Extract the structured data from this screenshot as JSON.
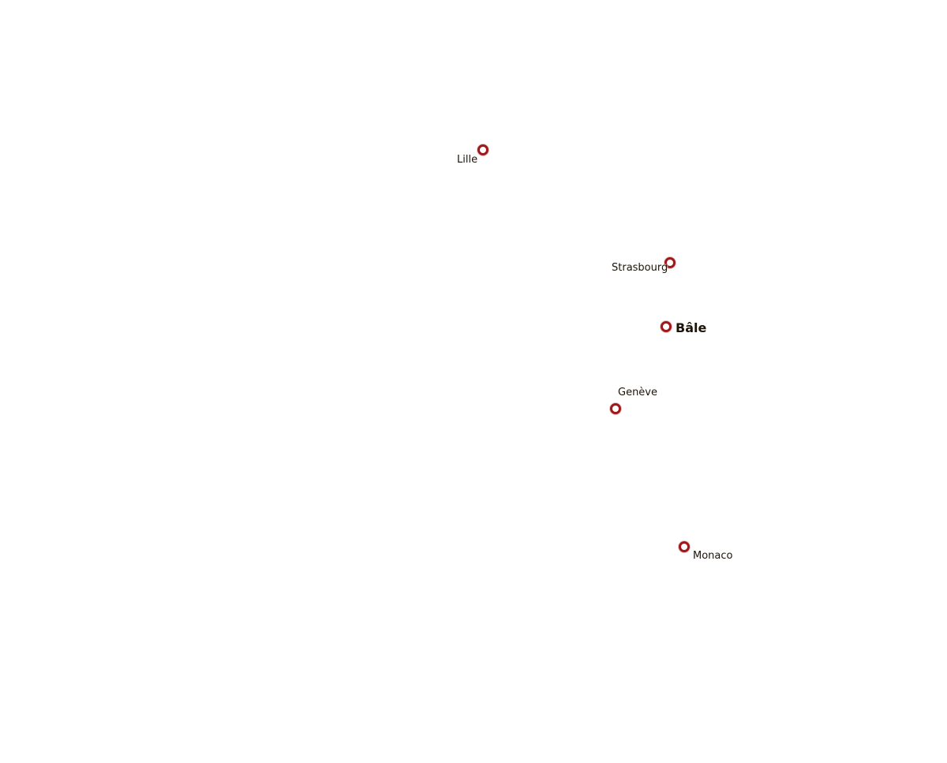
{
  "map": {
    "marker_color": "#a01818",
    "label_color": "#1c1408",
    "cities": [
      {
        "name": "Lille"
      },
      {
        "name": "Strasbourg"
      },
      {
        "name": "Bâle"
      },
      {
        "name": "Genève"
      },
      {
        "name": "Monaco"
      }
    ]
  }
}
